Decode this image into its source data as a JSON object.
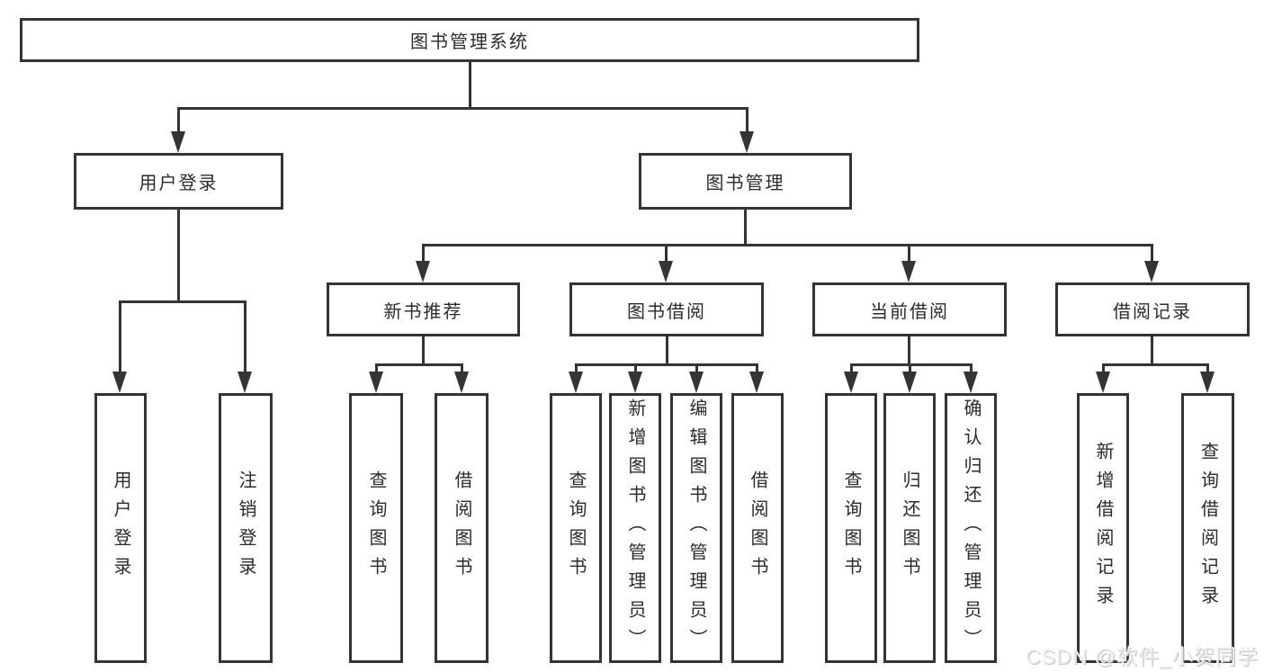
{
  "diagram": {
    "root": {
      "label": "图书管理系统"
    },
    "level2": {
      "user_login": {
        "label": "用户登录"
      },
      "book_management": {
        "label": "图书管理"
      }
    },
    "level3": {
      "new_book_recommend": {
        "label": "新书推荐"
      },
      "book_borrowing": {
        "label": "图书借阅"
      },
      "current_borrowing": {
        "label": "当前借阅"
      },
      "borrowing_records": {
        "label": "借阅记录"
      }
    },
    "leaves": {
      "user_login": {
        "label": "用户登录"
      },
      "logout": {
        "label": "注销登录"
      },
      "recommend_query_books": {
        "label": "查询图书"
      },
      "recommend_borrow_books": {
        "label": "借阅图书"
      },
      "borrowing_query_books": {
        "label": "查询图书"
      },
      "borrowing_add_books": {
        "label": "新增图书（管理员）"
      },
      "borrowing_edit_books": {
        "label": "编辑图书（管理员）"
      },
      "borrowing_borrow_books": {
        "label": "借阅图书"
      },
      "current_query_books": {
        "label": "查询图书"
      },
      "current_return_books": {
        "label": "归还图书"
      },
      "current_confirm_return": {
        "label": "确认归还（管理员）"
      },
      "records_add_record": {
        "label": "新增借阅记录"
      },
      "records_query_record": {
        "label": "查询借阅记录"
      }
    }
  },
  "watermark": {
    "text": "CSDN @软件_小贺同学"
  },
  "colors": {
    "line": "#343434",
    "text": "#2b2b2b",
    "background": "#ffffff"
  }
}
